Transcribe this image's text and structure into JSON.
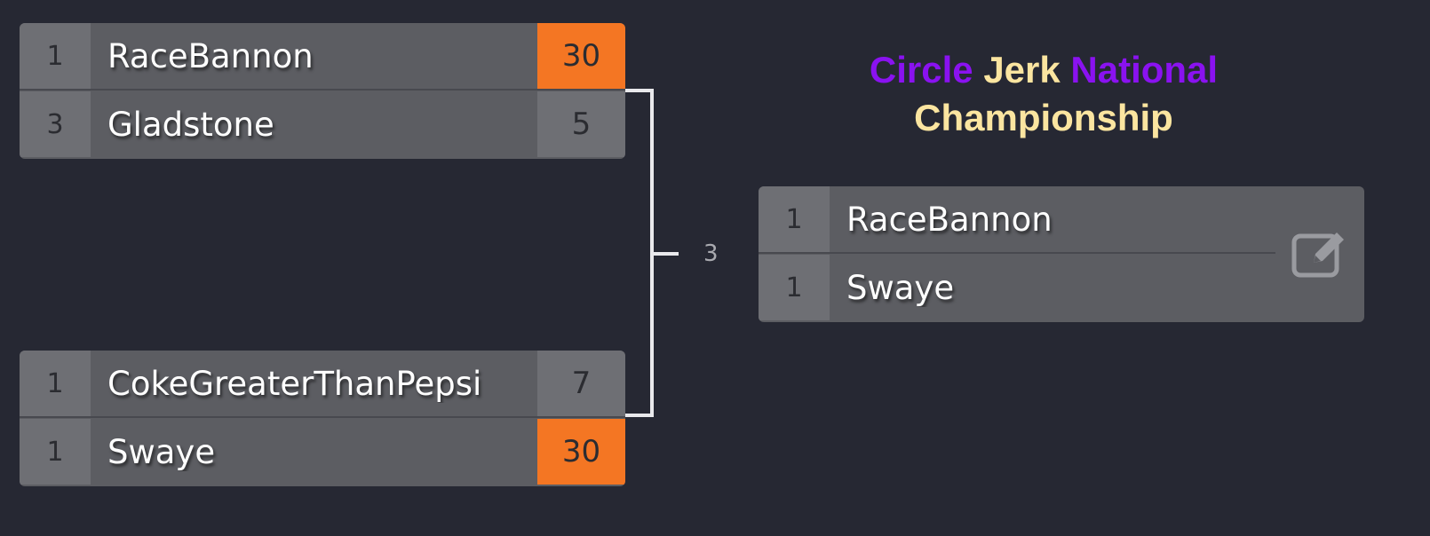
{
  "title": {
    "segments": [
      {
        "text": "Circle ",
        "color": "#8a12f0"
      },
      {
        "text": "Jerk ",
        "color": "#fbe5a0"
      },
      {
        "text": "National",
        "color": "#8a12f0"
      }
    ],
    "line2": {
      "text": "Championship",
      "color": "#fbe5a0"
    }
  },
  "round_label": "3",
  "matches": [
    {
      "top": {
        "seed": "1",
        "name": "RaceBannon",
        "score": "30",
        "winner": true
      },
      "bottom": {
        "seed": "3",
        "name": "Gladstone",
        "score": "5",
        "winner": false
      }
    },
    {
      "top": {
        "seed": "1",
        "name": "CokeGreaterThanPepsi",
        "score": "7",
        "winner": false
      },
      "bottom": {
        "seed": "1",
        "name": "Swaye",
        "score": "30",
        "winner": true
      }
    }
  ],
  "final": {
    "top": {
      "seed": "1",
      "name": "RaceBannon"
    },
    "bottom": {
      "seed": "1",
      "name": "Swaye"
    },
    "edit_icon": "edit-icon"
  },
  "colors": {
    "background": "#262833",
    "winner_score": "#f47623",
    "match_body": "#5c5d62",
    "seed_cell": "#6e6f74"
  }
}
